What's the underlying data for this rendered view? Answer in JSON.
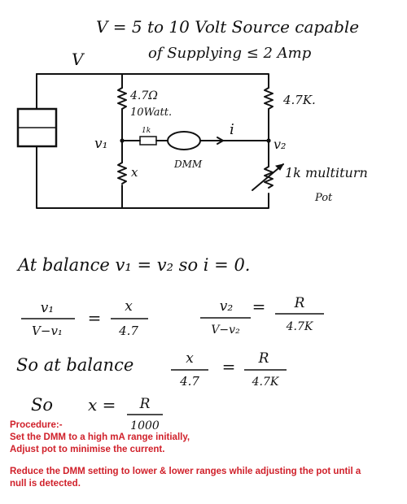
{
  "header": {
    "line1": "V = 5 to 10 Volt Source capable",
    "line2": "of Supplying ≤ 2 Amp"
  },
  "circuit": {
    "source_label": "V",
    "r_top_left": "4.7Ω",
    "r_top_left_power": "10Watt.",
    "r_top_right": "4.7K.",
    "r_inline": "1k",
    "current": "i",
    "node_v1": "v₁",
    "node_v2": "v₂",
    "r_bottom_left": "x",
    "meter": "DMM",
    "pot_label": "1k multiturn",
    "pot_label2": "Pot"
  },
  "equations": {
    "balance": "At balance  v₁ = v₂   so  i = 0.",
    "eq1_num": "v₁",
    "eq1_den": "V−v₁",
    "eq1_eq": "=",
    "eq1_rnum": "x",
    "eq1_rden": "4.7",
    "eq2_num": "v₂",
    "eq2_den": "V−v₂",
    "eq2_eq": "=",
    "eq2_rnum": "R",
    "eq2_rden": "4.7K",
    "so_balance": "So at balance",
    "eq3_num": "x",
    "eq3_den": "4.7",
    "eq3_eq": "=",
    "eq3_rnum": "R",
    "eq3_rden": "4.7K",
    "so": "So",
    "eq4_lhs": "x =",
    "eq4_num": "R",
    "eq4_den": "1000"
  },
  "procedure": {
    "title": "Procedure:-",
    "step1": "Set the DMM to a high mA range initially,",
    "step2": "Adjust pot to minimise the current.",
    "step3": "Reduce the DMM setting to lower & lower ranges while adjusting the pot until a",
    "step4": "null is detected."
  }
}
